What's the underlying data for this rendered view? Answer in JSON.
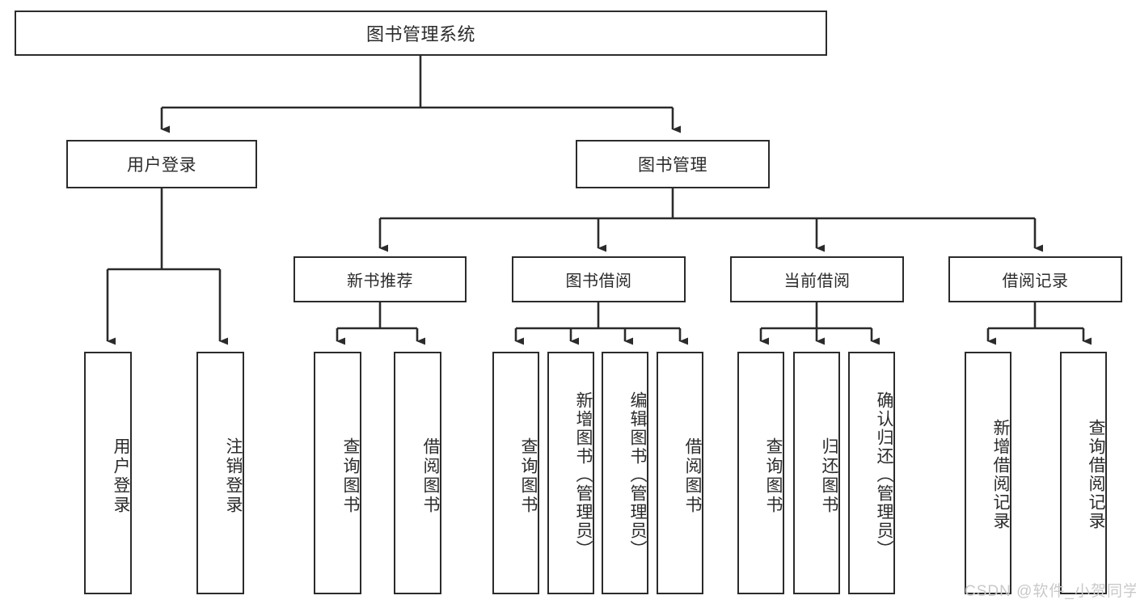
{
  "diagram": {
    "title": "图书管理系统",
    "type": "hierarchy-tree",
    "levels": 4,
    "root": {
      "label": "图书管理系统"
    },
    "level2": [
      {
        "label": "用户登录"
      },
      {
        "label": "图书管理"
      }
    ],
    "level3": [
      {
        "label": "新书推荐"
      },
      {
        "label": "图书借阅"
      },
      {
        "label": "当前借阅"
      },
      {
        "label": "借阅记录"
      }
    ],
    "leaves": {
      "user_login": [
        {
          "label": "用户登录"
        },
        {
          "label": "注销登录"
        }
      ],
      "new_book_recommend": [
        {
          "label": "查询图书"
        },
        {
          "label": "借阅图书"
        }
      ],
      "book_borrow": [
        {
          "label": "查询图书"
        },
        {
          "label": "新增图书（管理员）"
        },
        {
          "label": "编辑图书（管理员）"
        },
        {
          "label": "借阅图书"
        }
      ],
      "current_borrow": [
        {
          "label": "查询图书"
        },
        {
          "label": "归还图书"
        },
        {
          "label": "确认归还（管理员）"
        }
      ],
      "borrow_record": [
        {
          "label": "新增借阅记录"
        },
        {
          "label": "查询借阅记录"
        }
      ]
    }
  },
  "watermark": {
    "text": "CSDN @软件_小贺同学"
  },
  "colors": {
    "stroke": "#2b2b2b",
    "background": "#ffffff",
    "text": "#2b2b2b",
    "watermark": "#c9c9c9"
  }
}
